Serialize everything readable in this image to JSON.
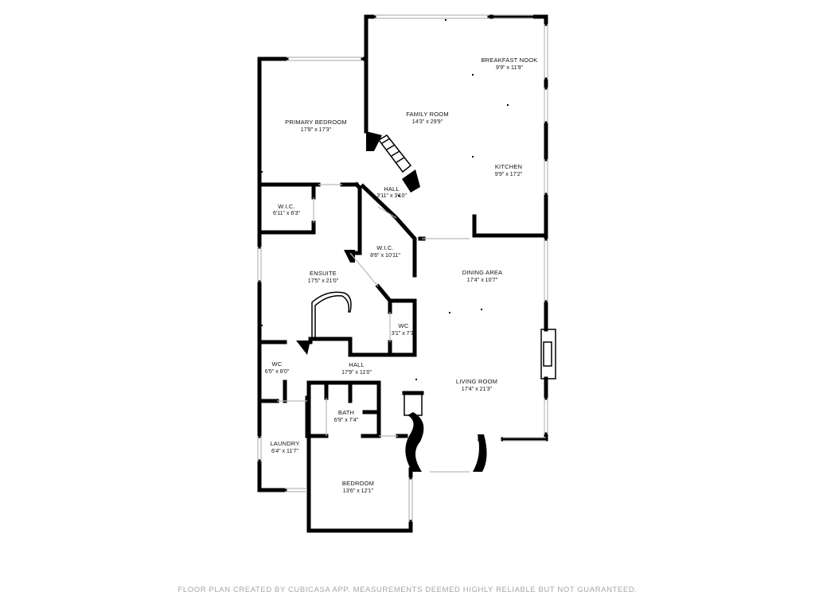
{
  "rooms": [
    {
      "id": "breakfast-nook",
      "name": "BREAKFAST NOOK",
      "dim": "9'9\" x 11'9\""
    },
    {
      "id": "family-room",
      "name": "FAMILY ROOM",
      "dim": "14'3\" x 29'9\""
    },
    {
      "id": "kitchen",
      "name": "KITCHEN",
      "dim": "9'9\" x 17'2\""
    },
    {
      "id": "primary-bedroom",
      "name": "PRIMARY BEDROOM",
      "dim": "17'8\" x 17'3\""
    },
    {
      "id": "hall-upper",
      "name": "HALL",
      "dim": "3'11\" x 3'10\""
    },
    {
      "id": "wic-left",
      "name": "W.I.C.",
      "dim": "6'11\" x 6'3\""
    },
    {
      "id": "wic-center",
      "name": "W.I.C.",
      "dim": "8'6\" x 10'11\""
    },
    {
      "id": "dining-area",
      "name": "DINING AREA",
      "dim": "17'4\" x 10'7\""
    },
    {
      "id": "ensuite",
      "name": "ENSUITE",
      "dim": "17'5\" x 21'0\""
    },
    {
      "id": "wc-small",
      "name": "WC",
      "dim": "3'1\" x 7'1\""
    },
    {
      "id": "wc-left",
      "name": "WC",
      "dim": "6'5\" x 8'0\""
    },
    {
      "id": "hall-main",
      "name": "HALL",
      "dim": "17'9\" x 11'0\""
    },
    {
      "id": "living-room",
      "name": "LIVING ROOM",
      "dim": "17'4\" x 21'3\""
    },
    {
      "id": "bath",
      "name": "BATH",
      "dim": "6'9\" x 7'4\""
    },
    {
      "id": "laundry",
      "name": "LAUNDRY",
      "dim": "6'4\" x 11'7\""
    },
    {
      "id": "bedroom",
      "name": "BEDROOM",
      "dim": "13'6\" x 12'1\""
    }
  ],
  "footer": "FLOOR PLAN CREATED BY CUBICASA APP. MEASUREMENTS DEEMED HIGHLY RELIABLE BUT NOT GUARANTEED.",
  "colors": {
    "wall": "#000000",
    "window": "#b9b9b9",
    "footer_text": "#a6a6a6"
  }
}
